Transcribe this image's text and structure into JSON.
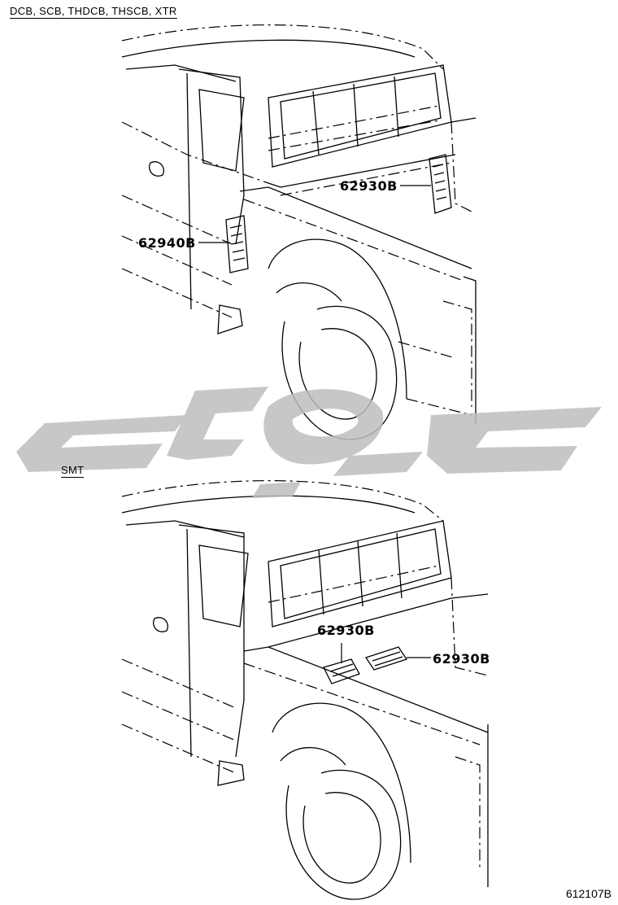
{
  "diagram": {
    "top_variant_label": "DCB, SCB, THDCB, THSCB, XTR",
    "bottom_variant_label": "SMT",
    "top_parts": {
      "right": "62930B",
      "left": "62940B"
    },
    "bottom_parts": {
      "left": "62930B",
      "right": "62930B"
    },
    "figure_code": "612107B"
  }
}
